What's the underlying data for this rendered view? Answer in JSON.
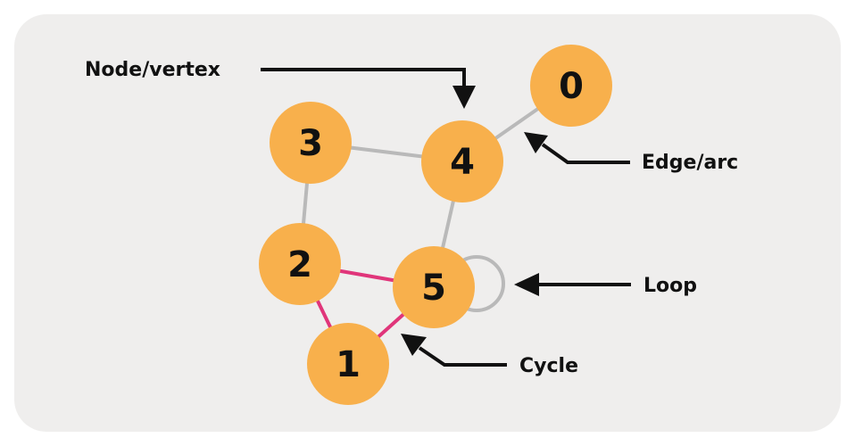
{
  "colors": {
    "panel_bg": "#efeeed",
    "node_fill": "#f8b04c",
    "edge": "#b9b9b9",
    "cycle_edge": "#e0357a",
    "text": "#111111"
  },
  "nodes": [
    {
      "id": "0",
      "label": "0"
    },
    {
      "id": "1",
      "label": "1"
    },
    {
      "id": "2",
      "label": "2"
    },
    {
      "id": "3",
      "label": "3"
    },
    {
      "id": "4",
      "label": "4"
    },
    {
      "id": "5",
      "label": "5"
    }
  ],
  "edges": [
    {
      "from": "3",
      "to": "4",
      "kind": "normal"
    },
    {
      "from": "3",
      "to": "2",
      "kind": "normal"
    },
    {
      "from": "4",
      "to": "5",
      "kind": "normal"
    },
    {
      "from": "4",
      "to": "0",
      "kind": "normal"
    },
    {
      "from": "2",
      "to": "5",
      "kind": "cycle"
    },
    {
      "from": "2",
      "to": "1",
      "kind": "cycle"
    },
    {
      "from": "1",
      "to": "5",
      "kind": "cycle"
    },
    {
      "from": "5",
      "to": "5",
      "kind": "loop"
    }
  ],
  "annotations": {
    "node": "Node/vertex",
    "edge": "Edge/arc",
    "loop": "Loop",
    "cycle": "Cycle"
  }
}
